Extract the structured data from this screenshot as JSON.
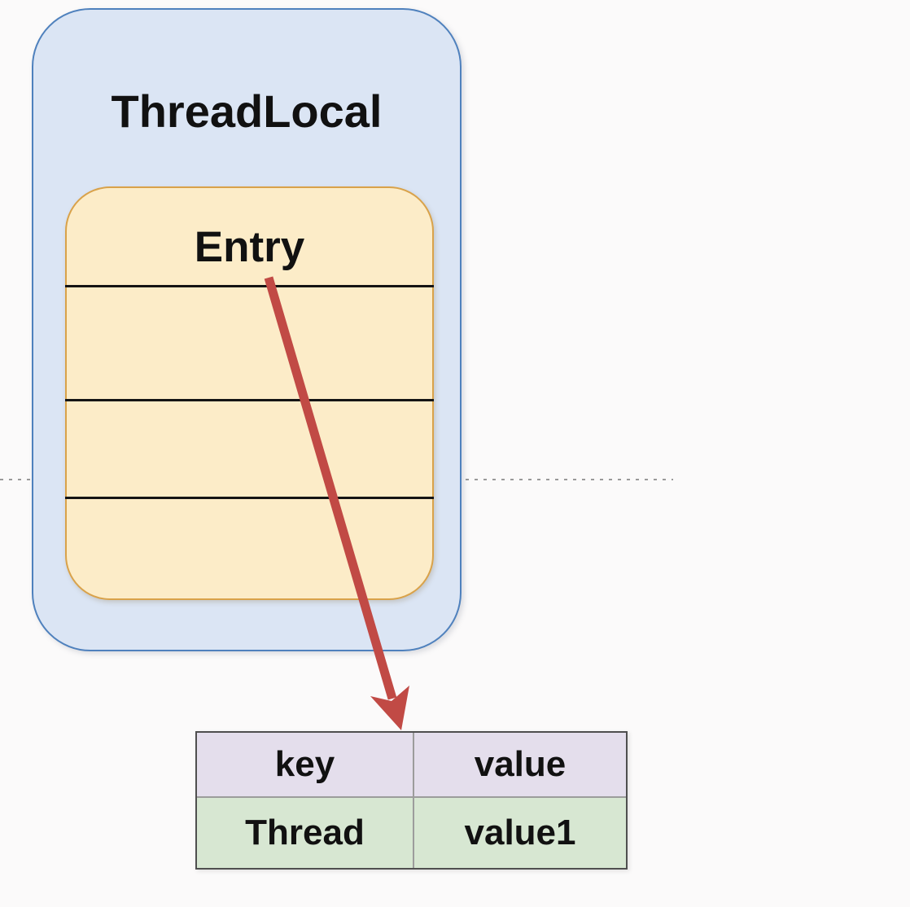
{
  "diagram": {
    "container_label": "ThreadLocal",
    "entry_label": "Entry",
    "entry_slot_count": 3,
    "table": {
      "headers": [
        "key",
        "value"
      ],
      "rows": [
        [
          "Thread",
          "value1"
        ]
      ]
    },
    "colors": {
      "container_fill": "#dbe5f4",
      "container_border": "#4f81bd",
      "entry_fill": "#fcecc8",
      "entry_border": "#d9a24a",
      "entry_line": "#141414",
      "arrow_color": "#c14a45",
      "dashed_color": "#999999",
      "table_border": "#4f4f4f",
      "table_grid": "#9c9c9c",
      "header_fill": "#e4deec",
      "row_fill": "#d7e7d2",
      "text_color": "#111111"
    }
  }
}
